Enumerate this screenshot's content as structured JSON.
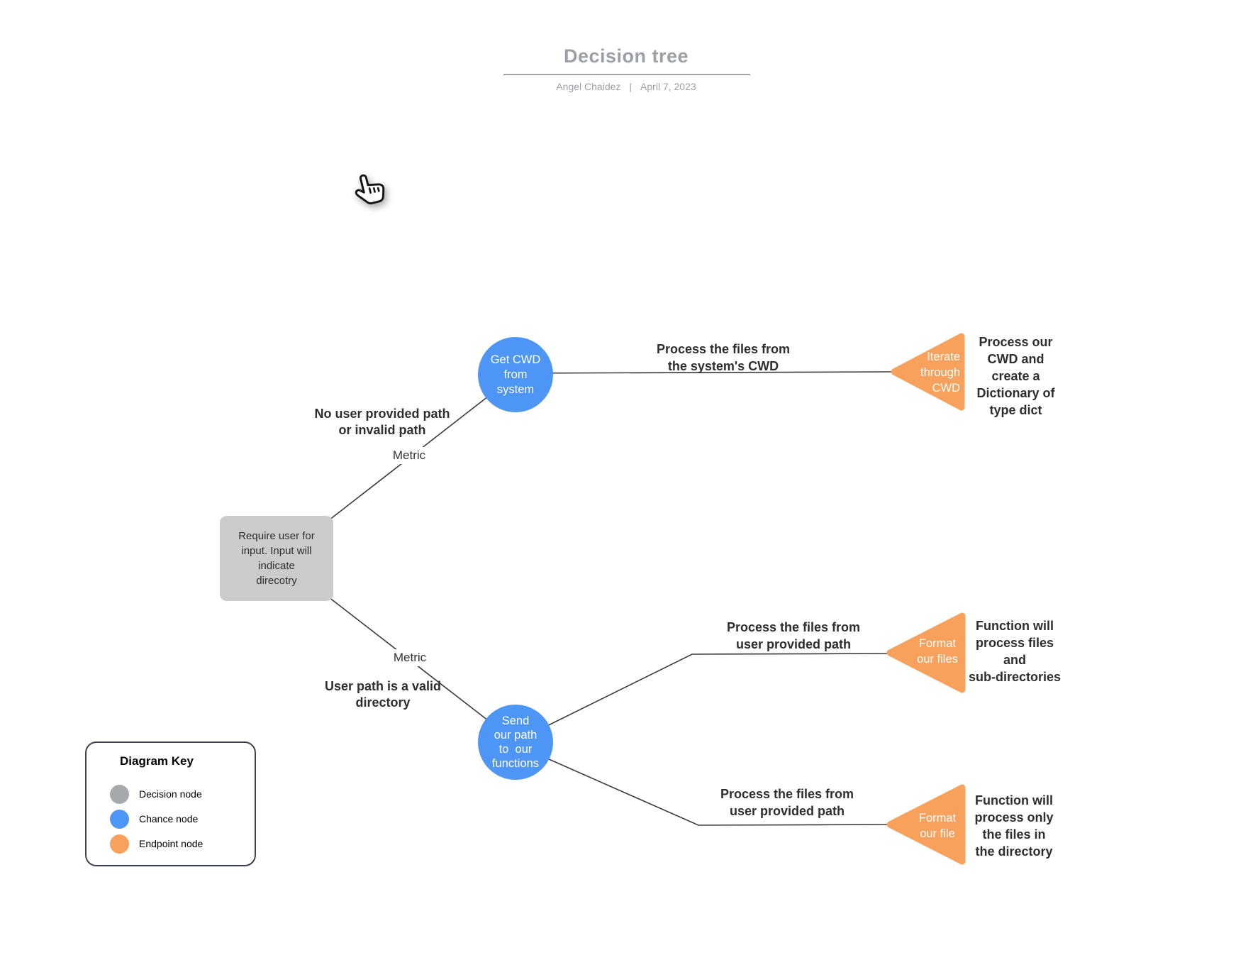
{
  "header": {
    "title": "Decision tree",
    "author": "Angel Chaidez",
    "separator": "|",
    "date": "April 7, 2023"
  },
  "colors": {
    "chance-blue": "#4e96f5",
    "endpoint-orange": "#f7a15c",
    "decision-gray": "#cbcbcb",
    "legend-gray": "#a6a9ac",
    "line": "#3a3a3a",
    "muted": "#9aa0a6",
    "ink": "#2e2e2e",
    "legend-border": "#3b4352"
  },
  "nodes": {
    "decision": {
      "label": "Require user for\ninput. Input will\nindicate\ndirecotry"
    },
    "chance_top": {
      "label": "Get CWD\nfrom\nsystem"
    },
    "chance_bottom": {
      "label": "Send\nour path\nto  our\nfunctions"
    },
    "endpoint_top": {
      "label": "Iterate\nthrough\nCWD",
      "outcome": "Process our\nCWD and\ncreate a\nDictionary of\ntype dict"
    },
    "endpoint_mid": {
      "label": "Format\nour files",
      "outcome": "Function will\nprocess files\nand\nsub-directories"
    },
    "endpoint_bottom": {
      "label": "Format\nour file",
      "outcome": "Function will\nprocess only\nthe files in\nthe directory"
    }
  },
  "edges": {
    "top_branch": {
      "condition": "No user provided path\nor invalid path",
      "metric": "Metric"
    },
    "bottom_branch": {
      "condition": "User path is a valid\ndirectory",
      "metric": "Metric"
    },
    "top_action": "Process the files from\nthe system's CWD",
    "mid_action": "Process the files from\nuser provided path",
    "bottom_action": "Process the files from\nuser provided path"
  },
  "legend": {
    "title": "Diagram Key",
    "items": [
      {
        "label": "Decision node"
      },
      {
        "label": "Chance node"
      },
      {
        "label": "Endpoint node"
      }
    ]
  }
}
